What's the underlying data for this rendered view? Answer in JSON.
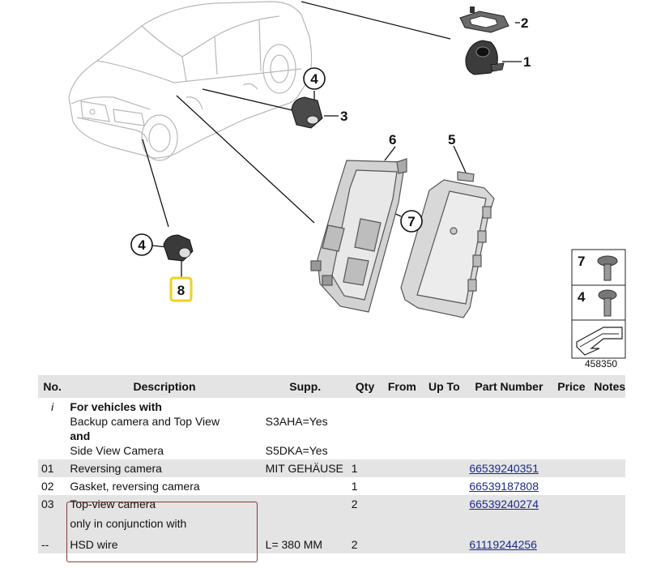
{
  "diagram": {
    "callouts": {
      "c1": "1",
      "c2": "2",
      "c3": "3",
      "c4a": "4",
      "c4b": "4",
      "c5": "5",
      "c6": "6",
      "c7": "7",
      "c8": "8",
      "legend7": "7",
      "legend4": "4"
    },
    "diagram_id": "458350",
    "highlight_color": "#f2d21b"
  },
  "table": {
    "headers": {
      "no": "No.",
      "description": "Description",
      "supp": "Supp.",
      "qty": "Qty",
      "from": "From",
      "up_to": "Up To",
      "part_number": "Part Number",
      "price": "Price",
      "notes": "Notes"
    },
    "info_row": {
      "no": "i",
      "line1": "For vehicles with",
      "line2": "Backup camera and Top View",
      "line3": "and",
      "line4": "Side View Camera",
      "supp1": "S3AHA=Yes",
      "supp2": "S5DKA=Yes"
    },
    "rows": [
      {
        "no": "01",
        "description": "Reversing camera",
        "supp": "MIT GEHÄUSE",
        "qty": "1",
        "part_number": "66539240351"
      },
      {
        "no": "02",
        "description": "Gasket, reversing camera",
        "supp": "",
        "qty": "1",
        "part_number": "66539187808"
      },
      {
        "no": "03",
        "description": "Top-view camera",
        "description2": "only in conjunction with",
        "supp": "",
        "qty": "2",
        "part_number": "66539240274"
      },
      {
        "no": "--",
        "description": "HSD wire",
        "supp": "L= 380 MM",
        "qty": "2",
        "part_number": "61119244256"
      }
    ]
  }
}
